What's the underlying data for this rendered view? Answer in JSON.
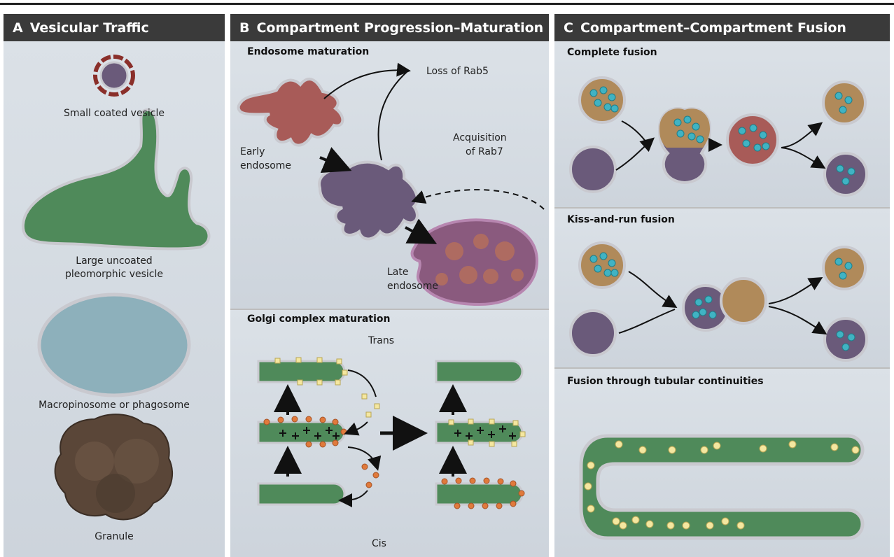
{
  "panels": {
    "a": {
      "letter": "A",
      "title": "Vesicular Traffic",
      "labels": {
        "small": "Small coated vesicle",
        "large1": "Large uncoated",
        "large2": "pleomorphic vesicle",
        "macro": "Macropinosome or phagosome",
        "granule": "Granule"
      }
    },
    "b": {
      "letter": "B",
      "title": "Compartment Progression–Maturation",
      "endosome": {
        "heading": "Endosome maturation",
        "loss": "Loss of Rab5",
        "acq1": "Acquisition",
        "acq2": "of Rab7",
        "early1": "Early",
        "early2": "endosome",
        "late1": "Late",
        "late2": "endosome"
      },
      "golgi": {
        "heading": "Golgi complex maturation",
        "trans": "Trans",
        "cis": "Cis"
      }
    },
    "c": {
      "letter": "C",
      "title": "Compartment–Compartment Fusion",
      "complete": "Complete fusion",
      "kiss": "Kiss-and-run fusion",
      "tubular": "Fusion through tubular continuities"
    }
  },
  "colors": {
    "header": "#3a3a3a",
    "green": "#4f8a5a",
    "coat": "#8a2f2a",
    "cyan": "#40b3c3",
    "orange": "#e07a3c",
    "yellow": "#f4e7a0",
    "purple": "#6a5a7a",
    "tan": "#b08a5a",
    "earlyRed": "#a85b58",
    "lateViolet": "#8a5a7e",
    "blueMacro": "#8db0bb",
    "granule": "#5a4638"
  }
}
